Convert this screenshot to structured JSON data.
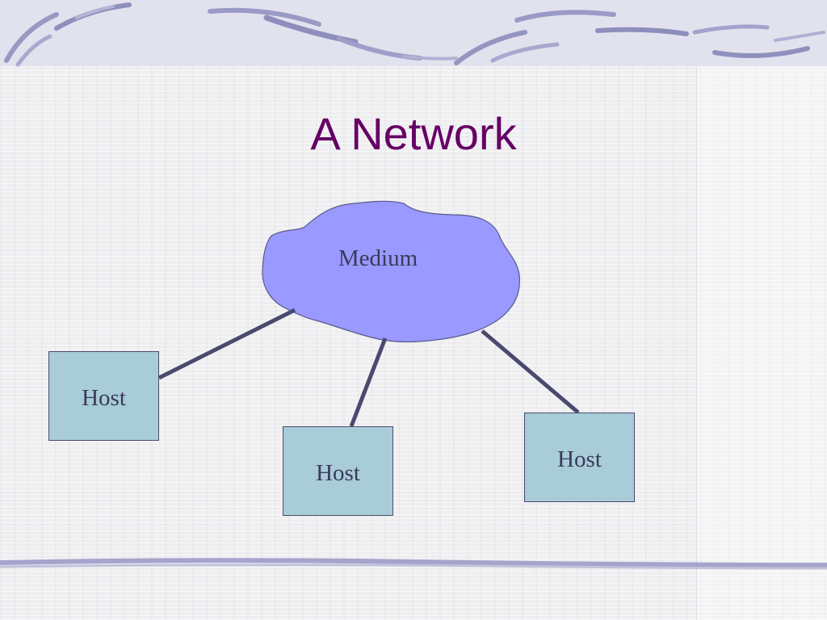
{
  "slide": {
    "title": "A Network"
  },
  "diagram": {
    "medium_label": "Medium",
    "hosts": [
      {
        "label": "Host"
      },
      {
        "label": "Host"
      },
      {
        "label": "Host"
      }
    ]
  },
  "colors": {
    "title": "#660066",
    "cloud_fill": "#9999ff",
    "host_fill": "#a8ccd8",
    "connector": "#4a4a70",
    "decoration": "#9a9ac4"
  }
}
